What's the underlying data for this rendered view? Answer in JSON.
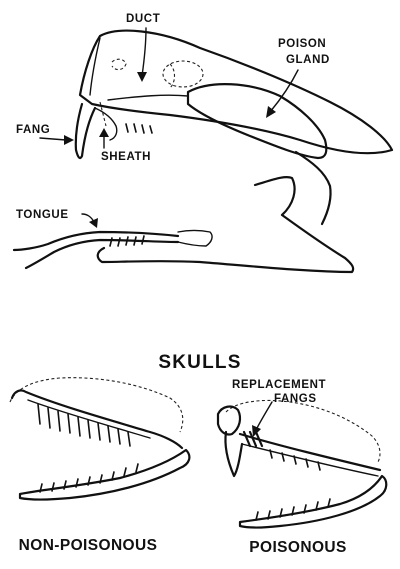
{
  "labels": {
    "duct": "DUCT",
    "poison_gland_line1": "POISON",
    "poison_gland_line2": "GLAND",
    "fang": "FANG",
    "sheath": "SHEATH",
    "tongue": "TONGUE",
    "skulls_title": "SKULLS",
    "replacement_line1": "REPLACEMENT",
    "replacement_line2": "FANGS",
    "non_poisonous": "NON-POISONOUS",
    "poisonous": "POISONOUS"
  },
  "colors": {
    "ink": "#111111",
    "background": "#ffffff"
  }
}
